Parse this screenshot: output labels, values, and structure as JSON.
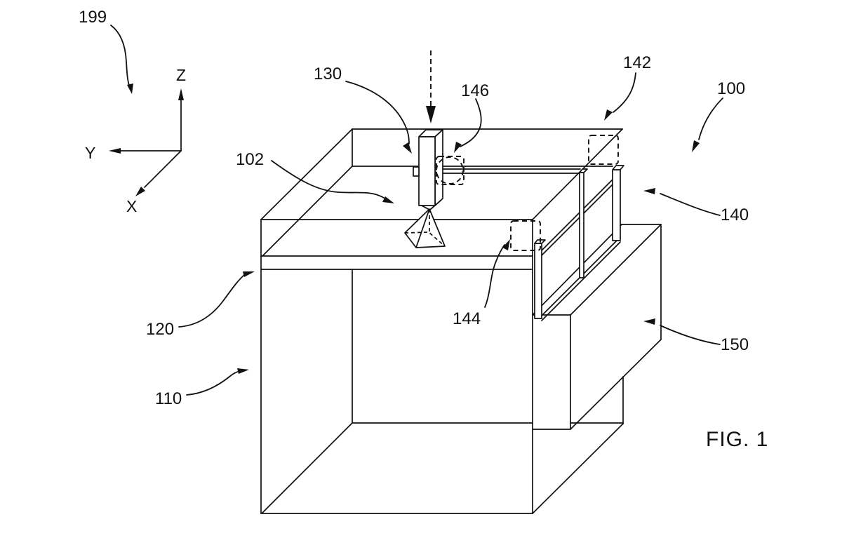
{
  "figure": {
    "caption": "FIG. 1",
    "kind": "patent-line-drawing"
  },
  "axis_triad": {
    "callout": "199",
    "z_label": "Z",
    "y_label": "Y",
    "x_label": "X"
  },
  "reference_numerals": {
    "system": "100",
    "printed_object": "102",
    "housing": "110",
    "platform": "120",
    "print_head": "130",
    "rails": "140",
    "back_carriage": "142",
    "front_carriage": "144",
    "head_coupler": "146",
    "side_unit": "150"
  },
  "colors": {
    "line": "#111111",
    "background": "#ffffff"
  }
}
